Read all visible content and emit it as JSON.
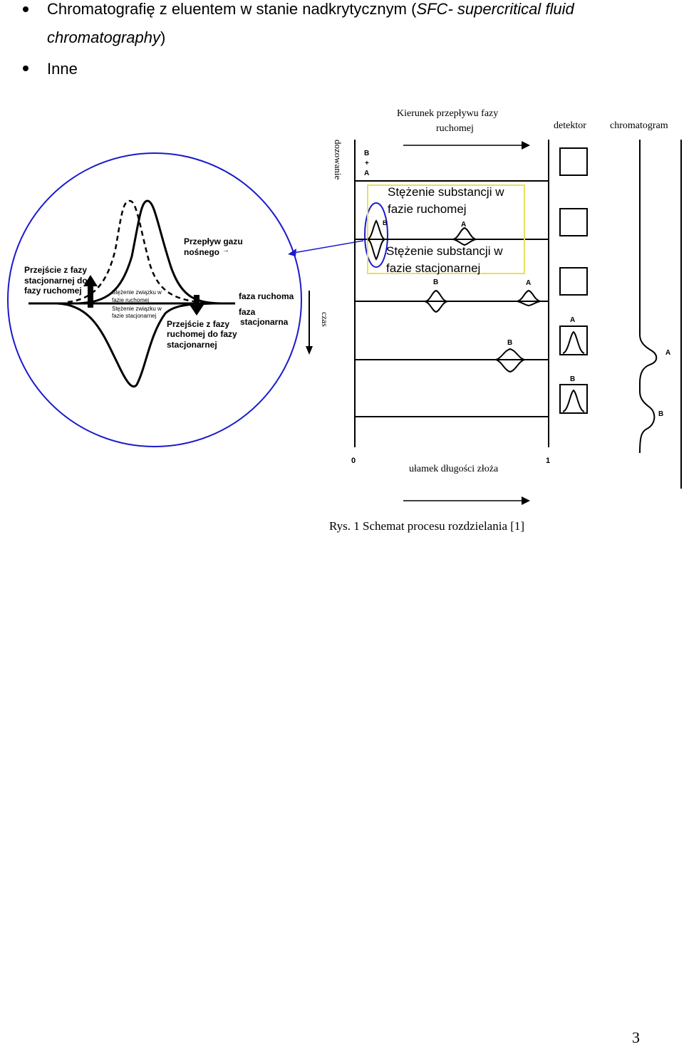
{
  "bullets": [
    {
      "line1_normal": "Chromatografię z eluentem w stanie nadkrytycznym (",
      "line1_italic": "SFC- supercritical fluid",
      "line2_italic": "chromatography",
      "line2_normal": ")"
    },
    {
      "text": "Inne"
    }
  ],
  "figure": {
    "flow_direction_label_1": "Kierunek przepływu fazy",
    "flow_direction_label_2": "ruchomej",
    "detector_label": "detektor",
    "chromatogram_label": "chromatogram",
    "injection_label": "dozowanie",
    "injection_mark_b": "B",
    "injection_mark_plus": "+",
    "injection_mark_a": "A",
    "mobile_conc_label_1": "Stężenie substancji w",
    "mobile_conc_label_2": "fazie ruchomej",
    "stationary_conc_label_1": "Stężenie substancji w",
    "stationary_conc_label_2": "fazie stacjonarnej",
    "time_label": "czas",
    "axis_zero": "0",
    "axis_one": "1",
    "bed_fraction_label": "ułamek długości złoża",
    "caption": "Rys. 1 Schemat procesu rozdzielania [1]",
    "peak_a": "A",
    "peak_b": "B",
    "zoom": {
      "carrier_flow_1": "Przepływ gazu",
      "carrier_flow_2": "nośnego",
      "stat_to_mobile_1": "Przejście z fazy",
      "stat_to_mobile_2": "stacjonarnej do",
      "stat_to_mobile_3": "fazy ruchomej",
      "small_mobile_1": "Stężenie związku w",
      "small_mobile_2": "fazie ruchomej",
      "small_stat_1": "Stężenie związku w",
      "small_stat_2": "fazie stacjonarnej",
      "mobile_phase": "faza ruchoma",
      "stationary_phase_1": "faza",
      "stationary_phase_2": "stacjonarna",
      "mobile_to_stat_1": "Przejście z fazy",
      "mobile_to_stat_2": "ruchomej do fazy",
      "mobile_to_stat_3": "stacjonarnej"
    }
  },
  "page_number": "3",
  "colors": {
    "circle": "#1a1acc",
    "highlight_box": "#e8e060",
    "text": "#000000"
  }
}
